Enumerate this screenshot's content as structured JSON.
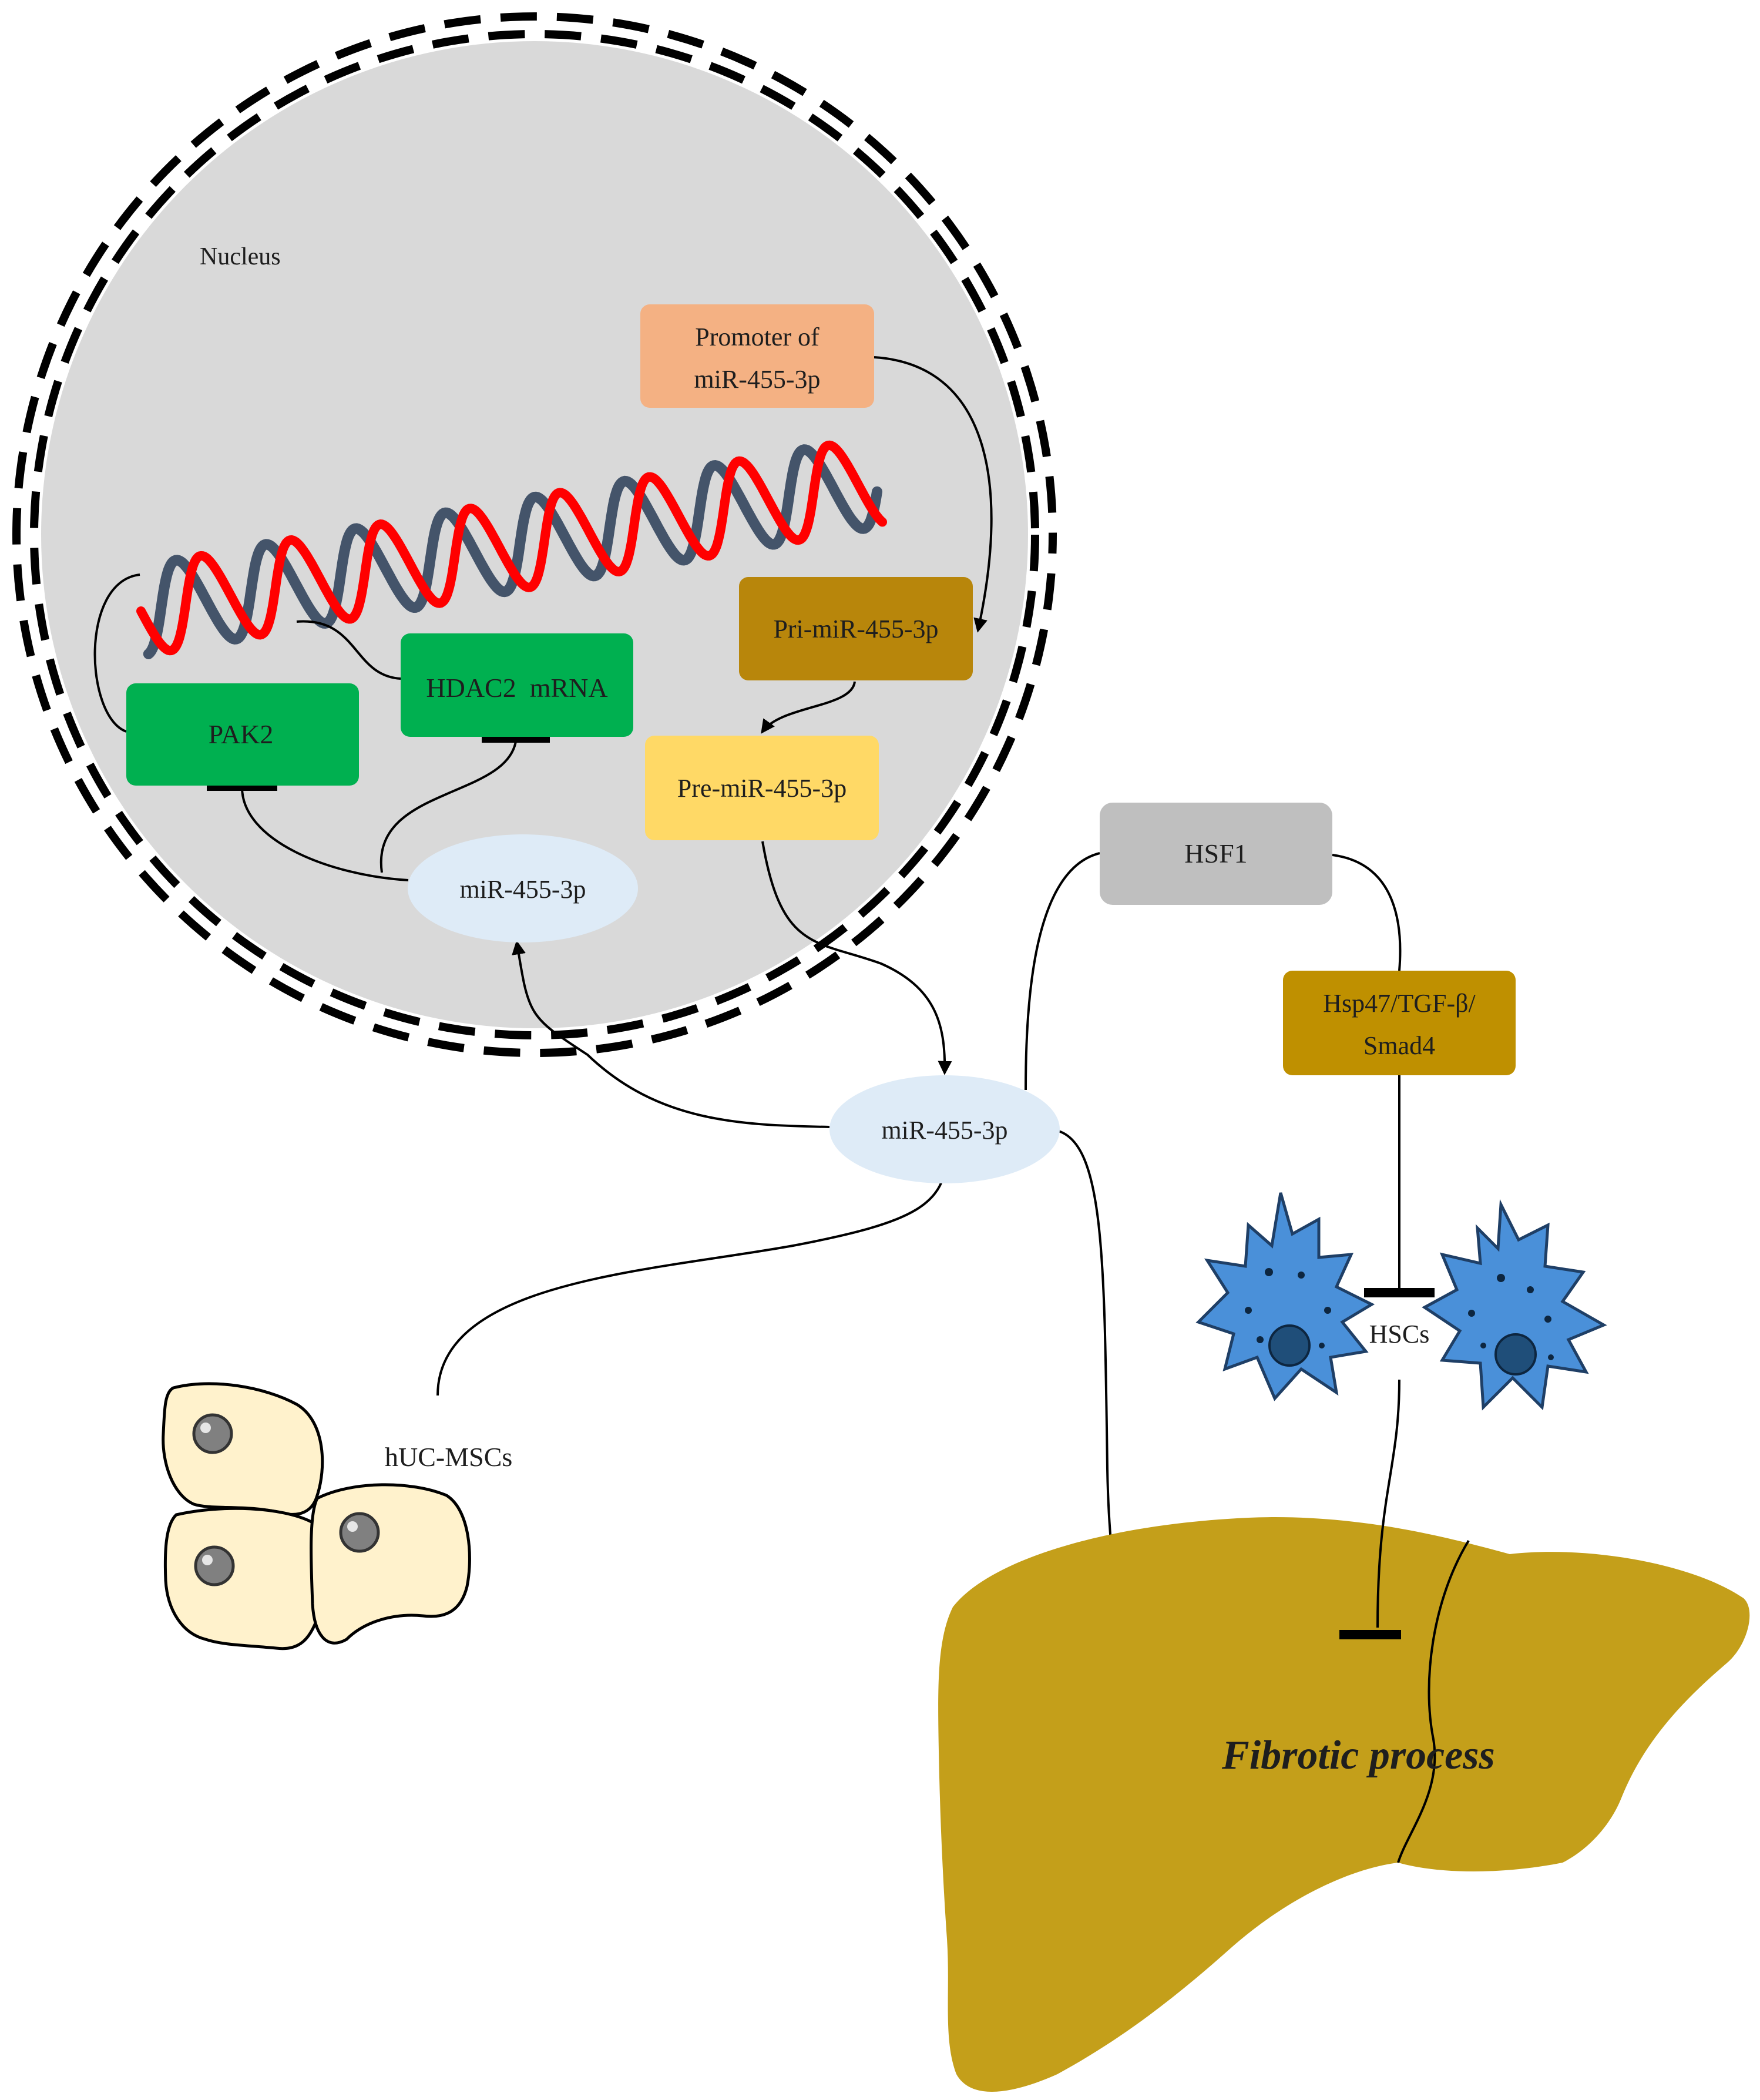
{
  "labels": {
    "nucleus": "Nucleus",
    "promoter_line1": "Promoter of",
    "promoter_line2": "miR-455-3p",
    "pri_mir": "Pri-miR-455-3p",
    "pre_mir": "Pre-miR-455-3p",
    "hdac2": "HDAC2  mRNA",
    "pak2": "PAK2",
    "mir_nucleus": "miR-455-3p",
    "mir_center": "miR-455-3p",
    "hsf1": "HSF1",
    "hsp47_line1": "Hsp47/TGF-β/",
    "hsp47_line2": "Smad4",
    "hscs": "HSCs",
    "hucmscs": "hUC-MSCs",
    "fibrotic": "Fibrotic process"
  },
  "colors": {
    "nucleus_fill": "#d9d9d9",
    "promoter": "#f4b183",
    "pri_mir": "#b8860b",
    "pre_mir": "#ffd966",
    "green_box": "#00b050",
    "mirna_ellipse": "#deebf7",
    "hsf1": "#bfbfbf",
    "hsp47": "#bf9000",
    "liver": "#c49f1a",
    "hsc_cell": "#4a90d9",
    "msc_cell": "#fff2cc",
    "dna_red": "#ff0000",
    "dna_blue": "#44546a"
  }
}
